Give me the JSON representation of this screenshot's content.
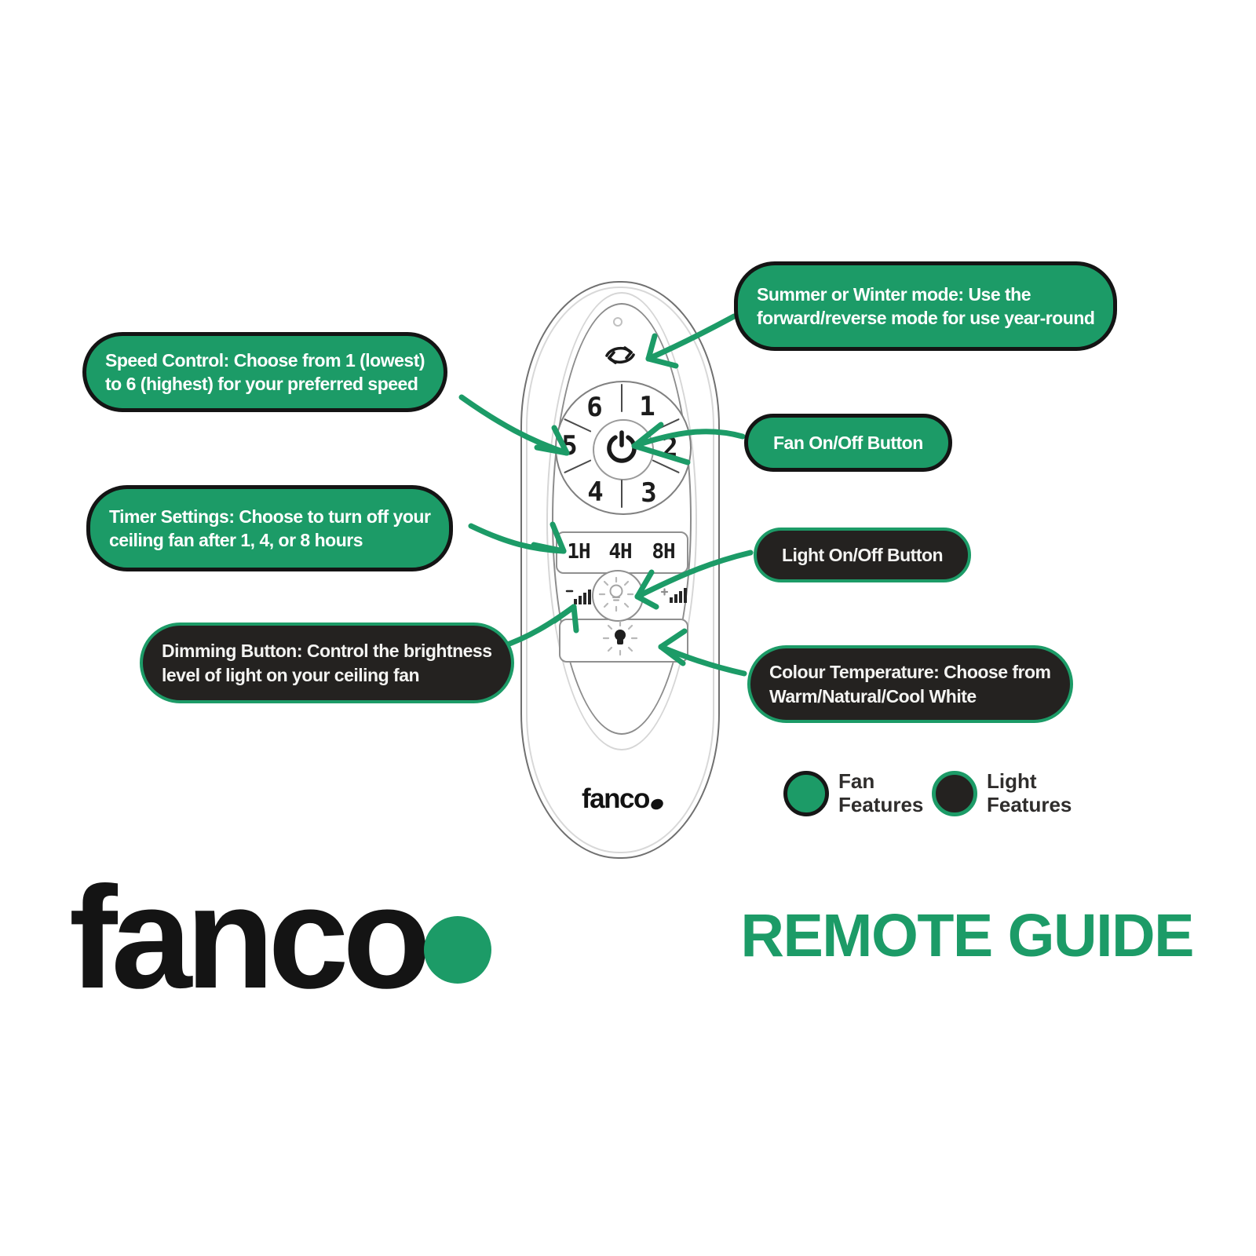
{
  "colors": {
    "green": "#1c9b67",
    "dark": "#242220",
    "ink": "#141414",
    "white": "#ffffff"
  },
  "title": "REMOTE GUIDE",
  "brand": {
    "logo_text": "fanco"
  },
  "remote": {
    "logo_text": "fanco",
    "speed_labels": [
      "6",
      "1",
      "5",
      "2",
      "4",
      "3"
    ],
    "timer_labels": [
      "1H",
      "4H",
      "8H"
    ],
    "icons": [
      "forward-reverse-icon",
      "power-icon",
      "light-bulb-icon",
      "colour-temperature-bulb-icon",
      "dim-down-bars-icon",
      "dim-up-bars-icon",
      "led-indicator"
    ]
  },
  "callouts": [
    {
      "id": "summer-winter",
      "style": "green",
      "lines": [
        "Summer or Winter mode: Use the",
        "forward/reverse mode for use year-round"
      ]
    },
    {
      "id": "speed-control",
      "style": "green",
      "lines": [
        "Speed Control: Choose from 1 (lowest)",
        "to 6 (highest) for your preferred speed"
      ]
    },
    {
      "id": "fan-on-off",
      "style": "green",
      "lines": [
        "Fan On/Off Button"
      ]
    },
    {
      "id": "timer-settings",
      "style": "green",
      "lines": [
        "Timer Settings: Choose to turn off your",
        "ceiling fan after 1, 4, or 8 hours"
      ]
    },
    {
      "id": "light-on-off",
      "style": "dark",
      "lines": [
        "Light On/Off  Button"
      ]
    },
    {
      "id": "dimming",
      "style": "dark",
      "lines": [
        "Dimming Button: Control the brightness",
        "level of light on your ceiling fan"
      ]
    },
    {
      "id": "colour-temperature",
      "style": "dark",
      "lines": [
        "Colour Temperature: Choose from",
        "Warm/Natural/Cool White"
      ]
    }
  ],
  "legend": [
    {
      "swatch": "green",
      "lines": [
        "Fan",
        "Features"
      ]
    },
    {
      "swatch": "dark",
      "lines": [
        "Light",
        "Features"
      ]
    }
  ]
}
